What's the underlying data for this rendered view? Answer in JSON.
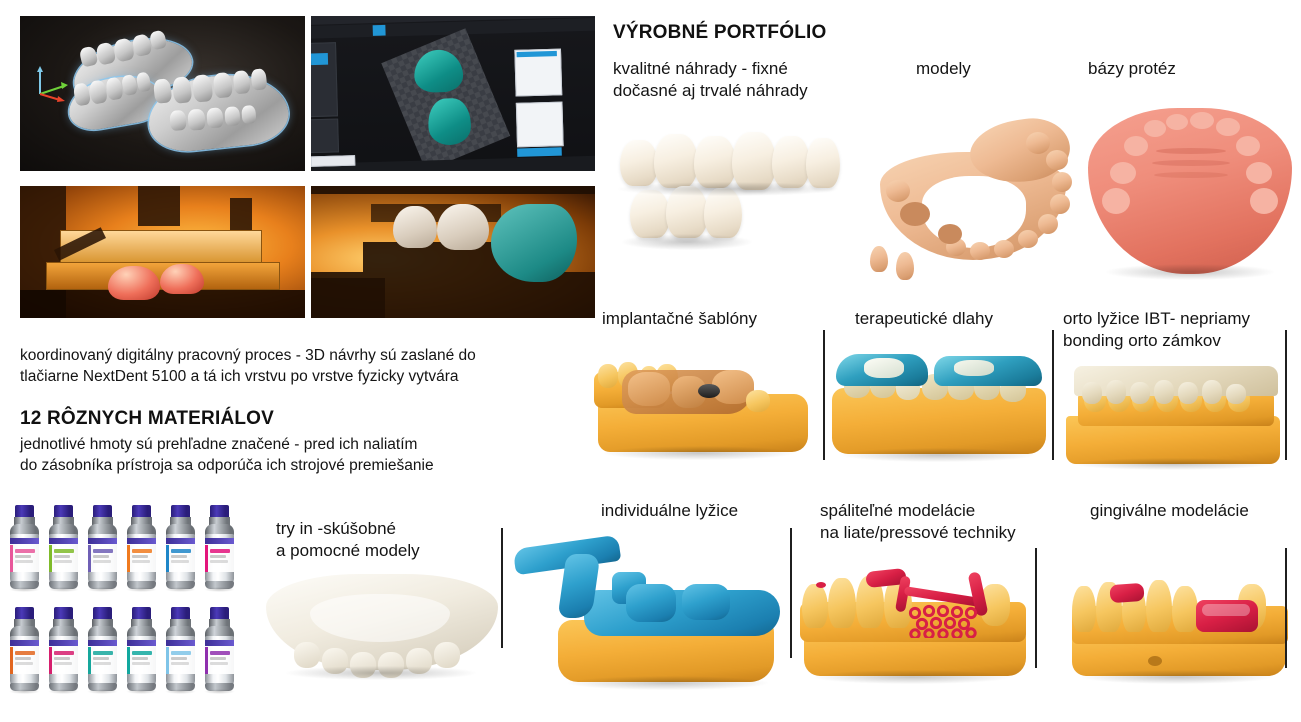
{
  "page": {
    "language": "sk",
    "background": "#ffffff"
  },
  "left_column": {
    "photos": [
      {
        "name": "3d-scan-dark",
        "alt": "3D skenovaný model zubného oblúka",
        "caption": ""
      },
      {
        "name": "cad-software-screen",
        "alt": "CAD softvér s tyrkysovým modelom",
        "caption": ""
      },
      {
        "name": "printer-resin-tray",
        "alt": "NextDent 5100 tlačiareň – živicová vanička",
        "caption": ""
      },
      {
        "name": "build-plate-glove",
        "alt": "vybratie modelov z platformy v rukavici",
        "caption": ""
      }
    ],
    "process_text": "koordinovaný digitálny pracovný proces - 3D návrhy sú zaslané do\ntlačiarne NextDent 5100 a tá ich vrstvu po vrstve fyzicky vytvára",
    "materials_heading": "12 RÔZNYCH MATERIÁLOV",
    "materials_text": "jednotlivé hmoty sú prehľadne značené - pred ich naliatím\ndo zásobníka prístroja sa odporúča ich strojové premiešanie",
    "bottles": {
      "count": 12,
      "rows": 2,
      "per_row": 6,
      "cap_color": "#3b2da5",
      "accents": [
        "#e8579a",
        "#7fbb2a",
        "#6f5fb5",
        "#f07a1f",
        "#1f86c8",
        "#e3147c",
        "#e2661f",
        "#d61f6e",
        "#16a79c",
        "#12a89f",
        "#7fc4e8",
        "#8f2fae"
      ]
    }
  },
  "portfolio": {
    "heading": "VÝROBNÉ PORTFÓLIO",
    "items": [
      {
        "label": "kvalitné náhrady - fixné\ndočasné aj trvalé náhrady",
        "icon": "crown-bridge-model",
        "row": 1,
        "col": 1
      },
      {
        "label": "modely",
        "icon": "flesh-arch-model",
        "row": 1,
        "col": 2
      },
      {
        "label": "bázy protéz",
        "icon": "pink-denture-base",
        "row": 1,
        "col": 3
      },
      {
        "label": "implantačné šablóny",
        "icon": "implant-guide-model",
        "row": 2,
        "col": 1
      },
      {
        "label": "terapeutické dlahy",
        "icon": "therapeutic-splint-model",
        "row": 2,
        "col": 2
      },
      {
        "label": "orto lyžice IBT- nepriamy\nbonding orto zámkov",
        "icon": "ibt-ortho-tray-model",
        "row": 2,
        "col": 3
      },
      {
        "label": "try in -skúšobné\na pomocné modely",
        "icon": "try-in-white-model",
        "row": 3,
        "col": 0
      },
      {
        "label": "individuálne lyžice",
        "icon": "individual-impression-tray",
        "row": 3,
        "col": 1
      },
      {
        "label": "spáliteľné modelácie\nna liate/pressové techniky",
        "icon": "castable-wax-up-model",
        "row": 3,
        "col": 2
      },
      {
        "label": "gingiválne modelácie",
        "icon": "gingival-mask-model",
        "row": 3,
        "col": 3
      }
    ]
  },
  "colors": {
    "text": "#141414",
    "heading": "#111111",
    "divider": "#1f1f1f",
    "yellow_model": "#f4ae38",
    "pink_base": "#ef8d7b",
    "flesh_model": "#eeba93",
    "teal_splint": "#2f9fbf",
    "blue_tray": "#2ea0cd",
    "crimson_wax": "#d81f45"
  }
}
